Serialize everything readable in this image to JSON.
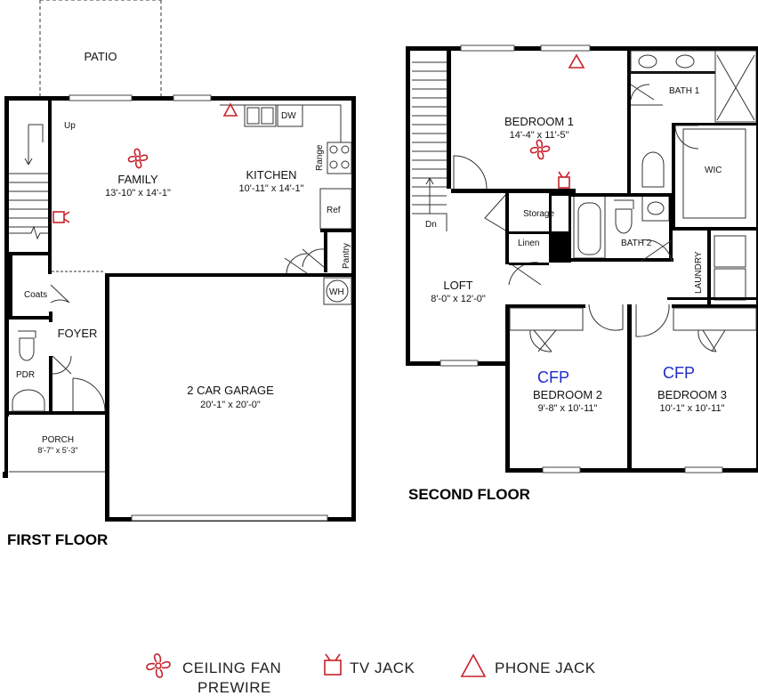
{
  "first_floor": {
    "title": "FIRST FLOOR",
    "rooms": {
      "patio": {
        "name": "PATIO"
      },
      "up": {
        "name": "Up"
      },
      "family": {
        "name": "FAMILY",
        "dims": "13'-10\" x 14'-1\""
      },
      "kitchen": {
        "name": "KITCHEN",
        "dims": "10'-11\" x 14'-1\""
      },
      "dw": {
        "name": "DW"
      },
      "range": {
        "name": "Range"
      },
      "ref": {
        "name": "Ref"
      },
      "pantry": {
        "name": "Pantry"
      },
      "wh": {
        "name": "WH"
      },
      "coats": {
        "name": "Coats"
      },
      "foyer": {
        "name": "FOYER"
      },
      "pdr": {
        "name": "PDR"
      },
      "garage": {
        "name": "2 CAR GARAGE",
        "dims": "20'-1\" x 20'-0\""
      },
      "porch": {
        "name": "PORCH",
        "dims": "8'-7\" x 5'-3\""
      }
    }
  },
  "second_floor": {
    "title": "SECOND FLOOR",
    "rooms": {
      "bedroom1": {
        "name": "BEDROOM 1",
        "dims": "14'-4\" x 11'-5\""
      },
      "bath1": {
        "name": "BATH 1"
      },
      "wic": {
        "name": "WIC"
      },
      "storage": {
        "name": "Storage"
      },
      "linen": {
        "name": "Linen"
      },
      "bath2": {
        "name": "BATH 2"
      },
      "laundry": {
        "name": "LAUNDRY"
      },
      "dn": {
        "name": "Dn"
      },
      "loft": {
        "name": "LOFT",
        "dims": "8'-0\" x 12'-0\""
      },
      "bedroom2": {
        "name": "BEDROOM 2",
        "dims": "9'-8\" x 10'-11\"",
        "note": "CFP"
      },
      "bedroom3": {
        "name": "BEDROOM 3",
        "dims": "10'-1\" x 10'-11\"",
        "note": "CFP"
      }
    }
  },
  "legend": {
    "ceiling_fan_line1": "CEILING FAN",
    "ceiling_fan_line2": "PREWIRE",
    "tv_jack": "TV JACK",
    "phone_jack": "PHONE JACK"
  },
  "colors": {
    "symbol_red": "#c8202a",
    "cfp_blue": "#1f2ccc",
    "wall": "#000000"
  },
  "icons": [
    "ceiling-fan-icon",
    "tv-jack-icon",
    "phone-jack-icon",
    "stair-arrow-icon"
  ]
}
